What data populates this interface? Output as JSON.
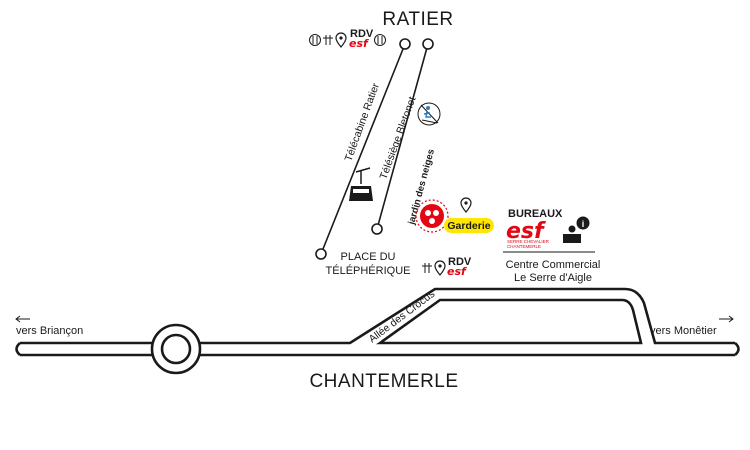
{
  "map": {
    "town_top": "RATIER",
    "town_bottom": "CHANTEMERLE",
    "lift_gondola": "Télécabine Ratier",
    "lift_chair": "Télésiège Bletonet",
    "place_line1": "PLACE DU",
    "place_line2": "TÉLÉPHÉRIQUE",
    "rdv_label": "RDV",
    "esf_label": "esf",
    "jardin": "jardin des neiges",
    "garderie": "Garderie",
    "bureaux": "BUREAUX",
    "esf_big": "esf",
    "esf_sub1": "SERRE CHEVALIER",
    "esf_sub2": "CHANTEMERLE",
    "info_glyph": "i",
    "centre_line1": "Centre Commercial",
    "centre_line2": "Le Serre d'Aigle",
    "allee": "Allée des Crocus",
    "left_dest": "vers Briançon",
    "right_dest": "vers Monêtier",
    "colors": {
      "ink": "#1a1a1a",
      "esf_red": "#e30613",
      "garderie_yellow": "#ffe600",
      "ski_blue": "#2a7fc0"
    },
    "icons": [
      "restaurant-icon",
      "toilet-icon",
      "map-pin-icon",
      "gondola-cabin-icon",
      "chairlift-skier-icon",
      "info-icon",
      "reception-desk-icon",
      "arrow-left-icon",
      "arrow-right-icon"
    ]
  }
}
